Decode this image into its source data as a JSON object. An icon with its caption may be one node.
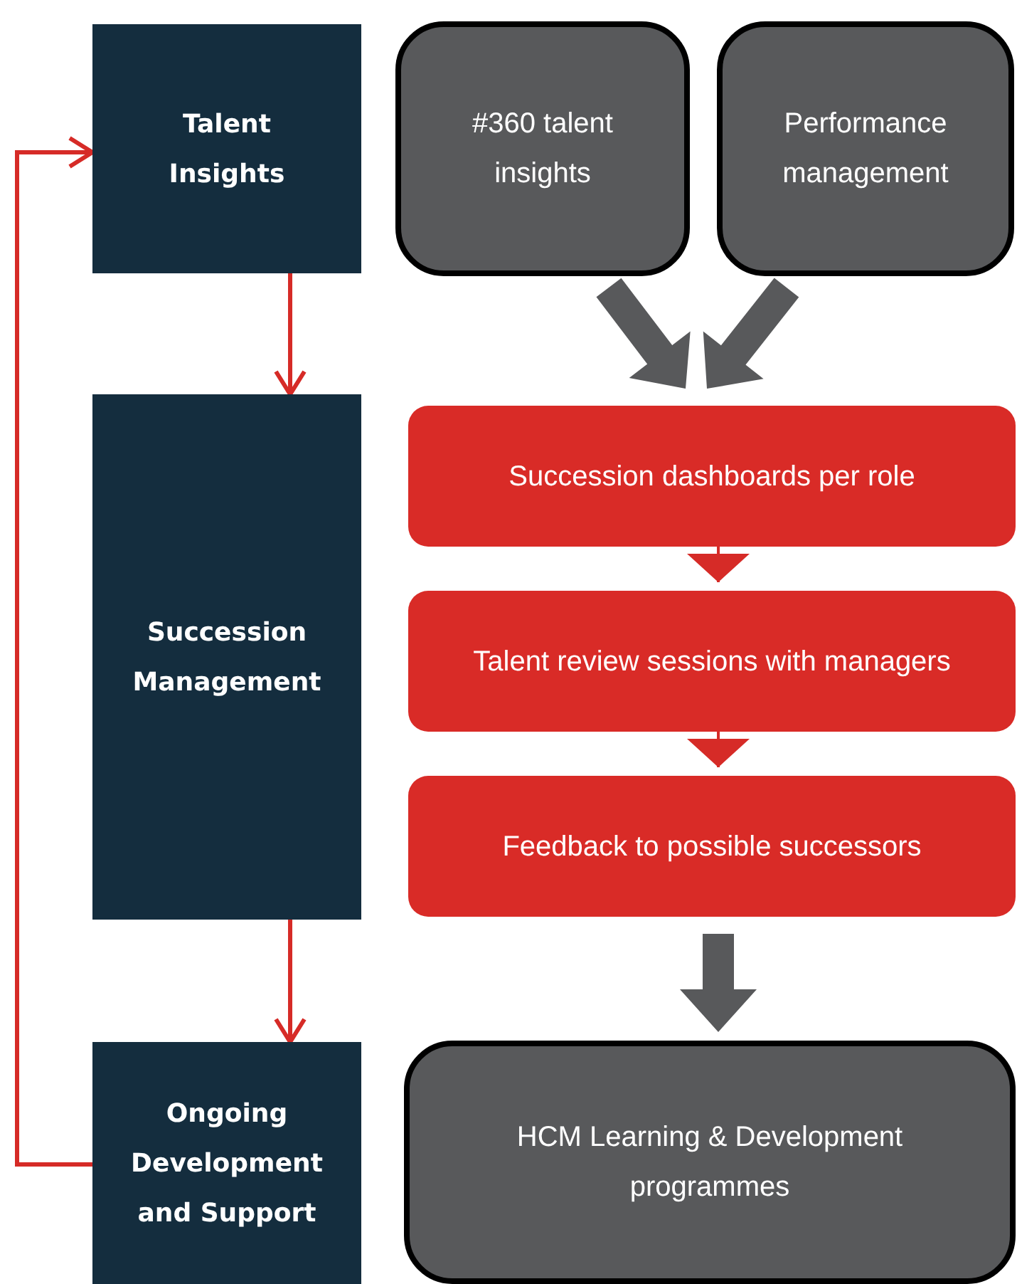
{
  "diagram": {
    "nodes": [
      {
        "text": [
          "Talent Insights"
        ]
      },
      {
        "text": [
          "Succession Management"
        ]
      },
      {
        "text": [
          "Ongoing Development and Support"
        ]
      },
      {
        "text": [
          "#360 talent insights"
        ]
      },
      {
        "text": [
          "Performance management"
        ]
      },
      {
        "text": [
          "Succession dashboards per role"
        ]
      },
      {
        "text": [
          "Talent review sessions with managers"
        ]
      },
      {
        "text": [
          "Feedback to possible successors"
        ]
      },
      {
        "text": [
          "HCM Learning & Development programmes"
        ]
      }
    ],
    "edges": [
      {
        "from": 0,
        "to": 1,
        "arrow": "to"
      },
      {
        "from": 1,
        "to": 2,
        "arrow": "to"
      },
      {
        "from": 2,
        "to": 0,
        "arrow": "to"
      },
      {
        "from": 3,
        "to": 5,
        "arrow": "to",
        "style": "thick",
        "color": "#58595b"
      },
      {
        "from": 4,
        "to": 5,
        "arrow": "to",
        "style": "thick",
        "color": "#58595b"
      },
      {
        "from": 5,
        "to": 6,
        "arrow": "to"
      },
      {
        "from": 6,
        "to": 7,
        "arrow": "to"
      },
      {
        "from": 7,
        "to": 8,
        "arrow": "to",
        "style": "thick",
        "color": "#58595b"
      }
    ]
  }
}
